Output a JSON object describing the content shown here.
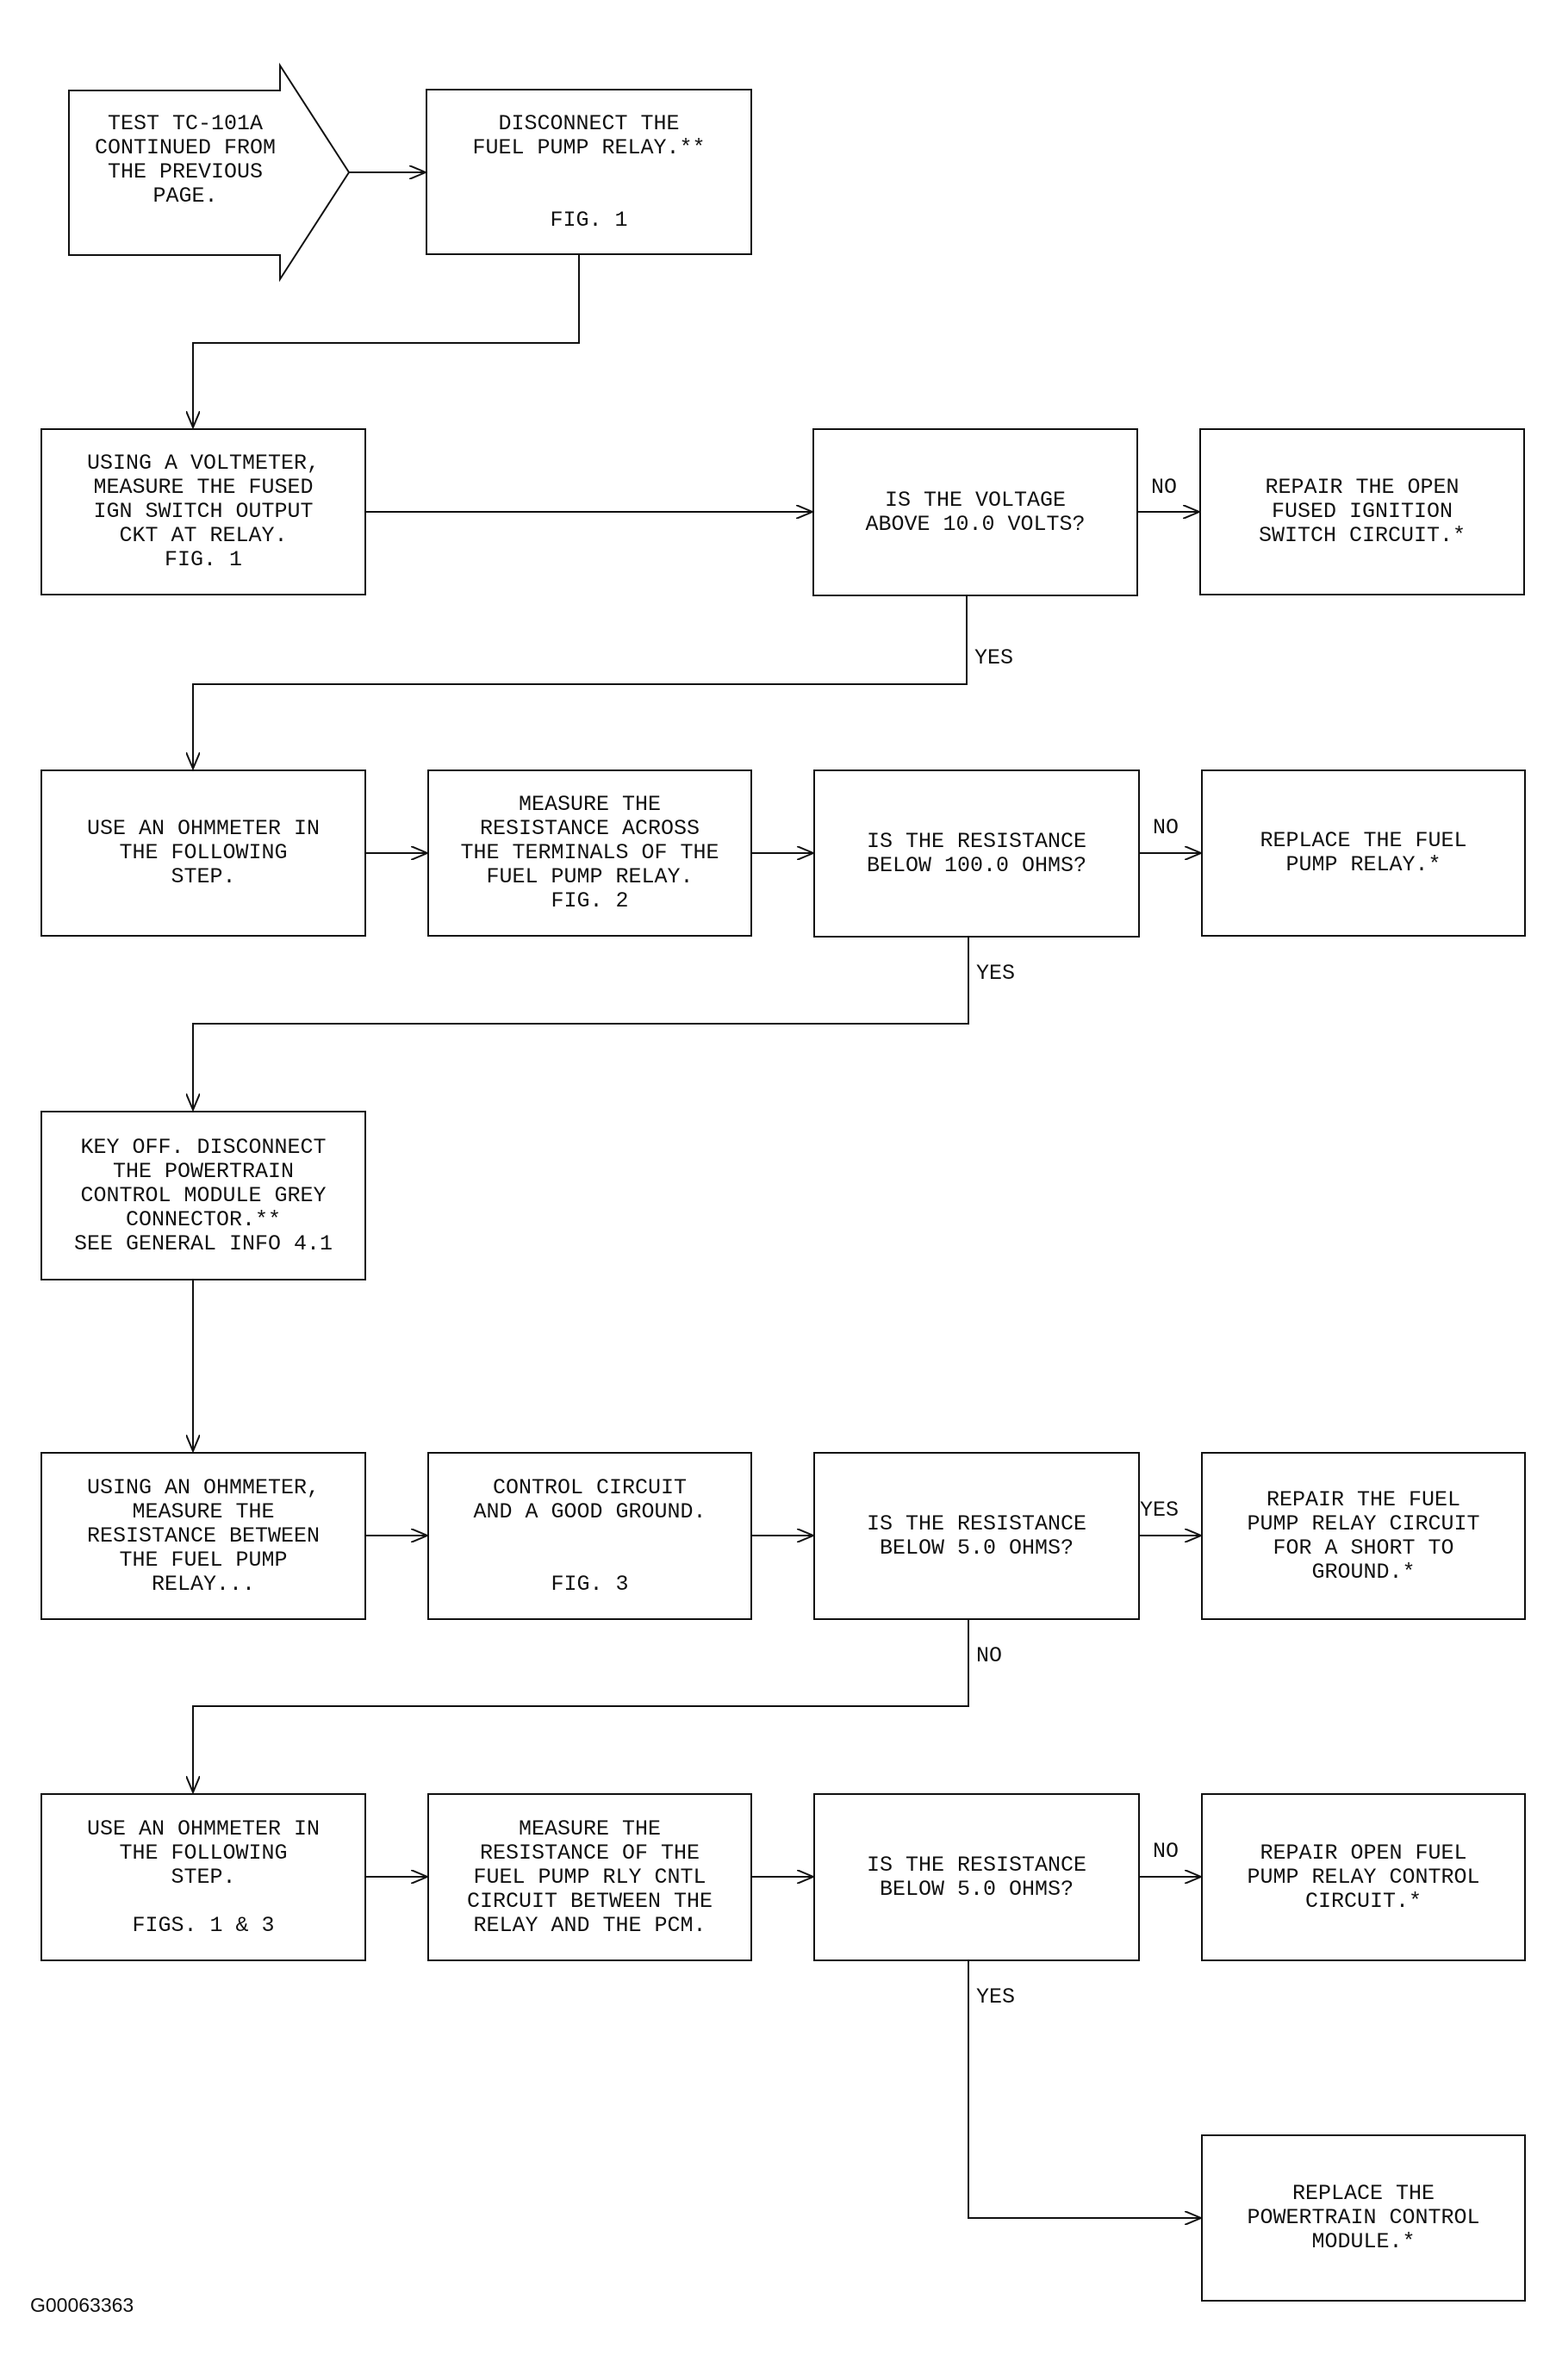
{
  "start_arrow": {
    "text": "TEST TC-101A\nCONTINUED FROM\nTHE PREVIOUS\nPAGE."
  },
  "nodes": {
    "disconnect_relay": "DISCONNECT THE\nFUEL PUMP RELAY.**\n\n\nFIG. 1",
    "voltmeter_measure": "USING A VOLTMETER,\nMEASURE THE FUSED\nIGN SWITCH OUTPUT\nCKT AT RELAY.\nFIG. 1",
    "voltage_question": "IS THE VOLTAGE\nABOVE 10.0 VOLTS?",
    "repair_open_fused": "REPAIR THE OPEN\nFUSED IGNITION\nSWITCH CIRCUIT.*",
    "ohmmeter_step_1": "USE AN OHMMETER IN\nTHE FOLLOWING\nSTEP.",
    "measure_relay_resistance": "MEASURE THE\nRESISTANCE ACROSS\nTHE TERMINALS OF THE\nFUEL PUMP RELAY.\nFIG. 2",
    "resistance_100_question": "IS THE RESISTANCE\nBELOW 100.0 OHMS?",
    "replace_relay": "REPLACE THE FUEL\nPUMP RELAY.*",
    "key_off": "KEY OFF. DISCONNECT\nTHE POWERTRAIN\nCONTROL MODULE GREY\nCONNECTOR.**\nSEE GENERAL INFO 4.1",
    "ohmmeter_between": "USING AN OHMMETER,\nMEASURE THE\nRESISTANCE BETWEEN\nTHE FUEL PUMP\nRELAY...",
    "control_circuit_ground": "CONTROL CIRCUIT\nAND A GOOD GROUND.\n\n\nFIG. 3",
    "resistance_5_question_a": "IS THE RESISTANCE\nBELOW 5.0 OHMS?",
    "repair_short_ground": "REPAIR THE FUEL\nPUMP RELAY CIRCUIT\nFOR A SHORT TO\nGROUND.*",
    "ohmmeter_step_2": "USE AN OHMMETER IN\nTHE FOLLOWING\nSTEP.\n\nFIGS. 1 & 3",
    "measure_rly_cntl": "MEASURE THE\nRESISTANCE OF THE\nFUEL PUMP RLY CNTL\nCIRCUIT BETWEEN THE\nRELAY AND THE PCM.",
    "resistance_5_question_b": "IS THE RESISTANCE\nBELOW 5.0 OHMS?",
    "repair_open_control": "REPAIR OPEN FUEL\nPUMP RELAY CONTROL\nCIRCUIT.*",
    "replace_pcm": "REPLACE THE\nPOWERTRAIN CONTROL\nMODULE.*"
  },
  "edge_labels": {
    "no_1": "NO",
    "yes_1": "YES",
    "no_2": "NO",
    "yes_2": "YES",
    "yes_3": "YES",
    "no_3": "NO",
    "no_4": "NO",
    "yes_4": "YES"
  },
  "figure_id": "G00063363",
  "colors": {
    "line": "#111111",
    "background": "#ffffff"
  }
}
